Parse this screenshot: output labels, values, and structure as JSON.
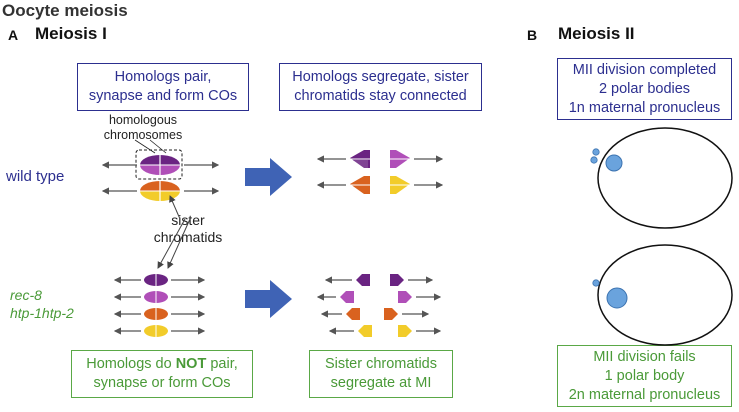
{
  "title": "Oocyte meiosis",
  "panel_a": {
    "letter": "A",
    "heading": "Meiosis I",
    "box_top_left": [
      "Homologs pair,",
      "synapse and form COs"
    ],
    "box_top_right": [
      "Homologs segregate, sister",
      "chromatids stay connected"
    ],
    "annotation_homologous": [
      "homologous",
      "chromosomes"
    ],
    "annotation_sister": [
      "sister",
      "chromatids"
    ],
    "row_wildtype_label": "wild type",
    "row_mutant_label": [
      "rec-8",
      "htp-1htp-2"
    ],
    "box_bottom_left": {
      "line1_before": "Homologs do ",
      "line1_bold": "NOT",
      "line1_after": " pair,",
      "line2": "synapse or form COs"
    },
    "box_bottom_right": [
      "Sister chromatids",
      "segregate at  MI"
    ]
  },
  "panel_b": {
    "letter": "B",
    "heading": "Meiosis II",
    "box_top": [
      "MII division completed",
      "2 polar bodies",
      "1n maternal pronucleus"
    ],
    "box_bottom": [
      "MII division fails",
      "1 polar body",
      "2n maternal pronucleus"
    ]
  },
  "colors": {
    "blue": "#2c2f8f",
    "green": "#4a9a38",
    "arrow": "#3f63b5",
    "purple_dark": "#6a2482",
    "purple_light": "#b04fb8",
    "orange_dark": "#d9621f",
    "orange_light": "#ee9a3a",
    "yellow": "#f2cc2a",
    "nucleus": "#6aa3dd"
  }
}
